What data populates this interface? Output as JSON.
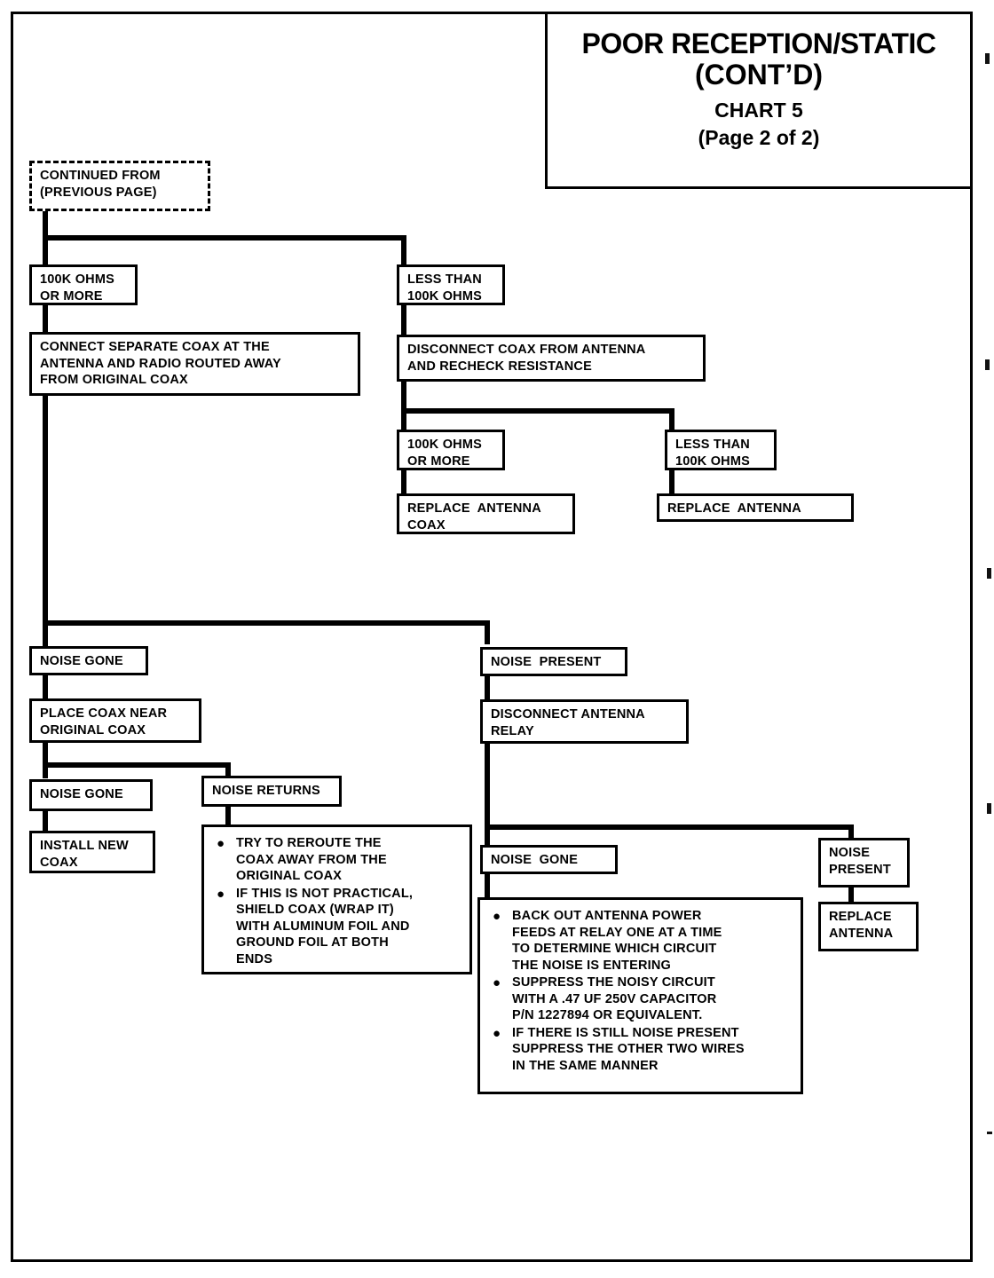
{
  "title_block": {
    "main_line1": "POOR RECEPTION/STATIC",
    "main_line2": "(CONT’D)",
    "chart": "CHART 5",
    "page": "(Page 2 of 2)"
  },
  "nodes": {
    "continued_from": {
      "line1": "CONTINUED FROM",
      "line2": "(PREVIOUS PAGE)"
    },
    "ohms_100k_left": {
      "line1": "100K OHMS",
      "line2": "OR MORE"
    },
    "less_than_100k_top": {
      "line1": "LESS THAN",
      "line2": "100K OHMS"
    },
    "connect_separate_coax": {
      "line1": "CONNECT SEPARATE COAX AT THE",
      "line2": "ANTENNA AND RADIO ROUTED AWAY",
      "line3": "FROM ORIGINAL COAX"
    },
    "disconnect_coax": {
      "line1": "DISCONNECT COAX FROM ANTENNA",
      "line2": "AND RECHECK RESISTANCE"
    },
    "ohms_100k_mid": {
      "line1": "100K OHMS",
      "line2": "OR MORE"
    },
    "less_than_100k_right": {
      "line1": "LESS THAN",
      "line2": "100K OHMS"
    },
    "replace_antenna_coax": {
      "line1": "REPLACE  ANTENNA",
      "line2": "COAX"
    },
    "replace_antenna_right": {
      "line1": "REPLACE  ANTENNA"
    },
    "noise_gone_1": {
      "line1": "NOISE GONE"
    },
    "noise_present_1": {
      "line1": "NOISE  PRESENT"
    },
    "place_coax_near": {
      "line1": "PLACE COAX NEAR",
      "line2": "ORIGINAL COAX"
    },
    "disconnect_antenna_relay": {
      "line1": "DISCONNECT ANTENNA",
      "line2": "RELAY"
    },
    "noise_gone_2": {
      "line1": "NOISE GONE"
    },
    "noise_returns": {
      "line1": "NOISE RETURNS"
    },
    "install_new_coax": {
      "line1": "INSTALL NEW",
      "line2": "COAX"
    },
    "noise_gone_3": {
      "line1": "NOISE  GONE"
    },
    "noise_present_2": {
      "line1": "NOISE",
      "line2": "PRESENT"
    },
    "replace_antenna_bottom": {
      "line1": "REPLACE",
      "line2": "ANTENNA"
    },
    "noise_returns_actions": {
      "bullet_char": "●",
      "items": [
        {
          "lines": [
            "TRY TO REROUTE THE",
            "COAX AWAY FROM THE",
            "ORIGINAL COAX"
          ]
        },
        {
          "lines": [
            "IF THIS IS NOT PRACTICAL,",
            "SHIELD COAX (WRAP IT)",
            "WITH ALUMINUM FOIL AND",
            "GROUND FOIL AT BOTH",
            "ENDS"
          ]
        }
      ]
    },
    "noise_gone_actions": {
      "bullet_char": "●",
      "items": [
        {
          "lines": [
            "BACK OUT ANTENNA POWER",
            "FEEDS AT RELAY ONE AT A TIME",
            "TO DETERMINE WHICH CIRCUIT",
            "THE NOISE IS ENTERING"
          ]
        },
        {
          "lines": [
            "SUPPRESS THE NOISY CIRCUIT",
            "WITH A .47 UF 250V CAPACITOR",
            "P/N 1227894 OR EQUIVALENT."
          ]
        },
        {
          "lines": [
            "IF THERE IS STILL NOISE PRESENT",
            "SUPPRESS THE OTHER TWO WIRES",
            "IN THE SAME MANNER"
          ]
        }
      ]
    }
  },
  "colors": {
    "ink": "#000000",
    "paper": "#ffffff"
  }
}
